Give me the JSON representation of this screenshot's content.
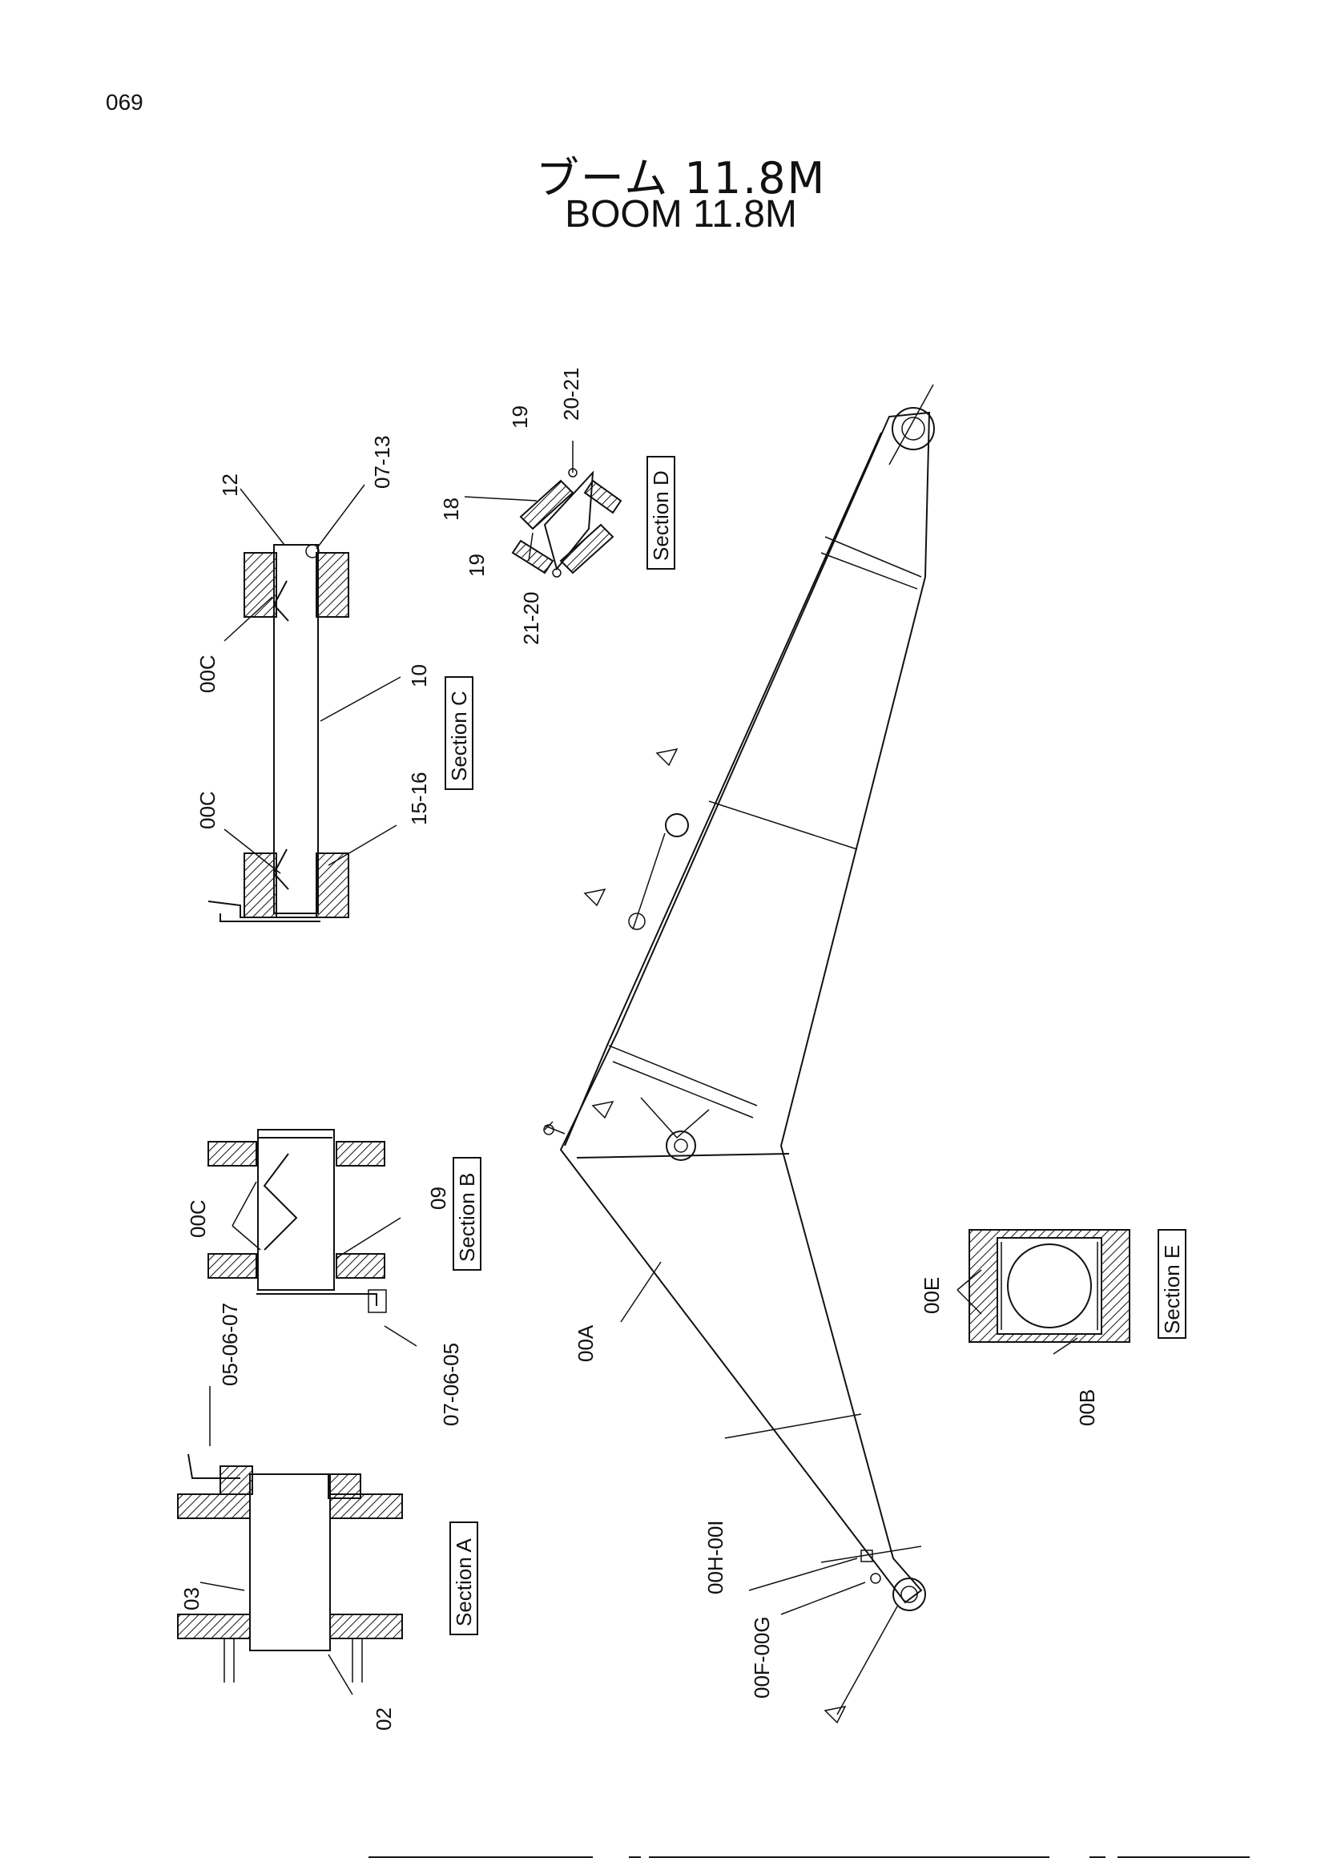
{
  "page_number": "069",
  "title_jp": "ブーム 11.8M",
  "title_en": "BOOM   11.8M",
  "sections": {
    "a": "Section A",
    "b": "Section B",
    "c": "Section C",
    "d": "Section D",
    "e": "Section E"
  },
  "labels": {
    "p02": "02",
    "p03": "03",
    "p05_06_07": "05-06-07",
    "p07_06_05": "07-06-05",
    "p09": "09",
    "p00c_b": "00C",
    "p00c_c1": "00C",
    "p00c_c2": "00C",
    "p10": "10",
    "p15_16": "15-16",
    "p12": "12",
    "p07_13": "07-13",
    "p18": "18",
    "p19_a": "19",
    "p19_b": "19",
    "p20_21": "20-21",
    "p21_20": "21-20",
    "p00a": "00A",
    "p00b": "00B",
    "p00e": "00E",
    "p00f_00g": "00F-00G",
    "p00h_00i": "00H-00I"
  }
}
